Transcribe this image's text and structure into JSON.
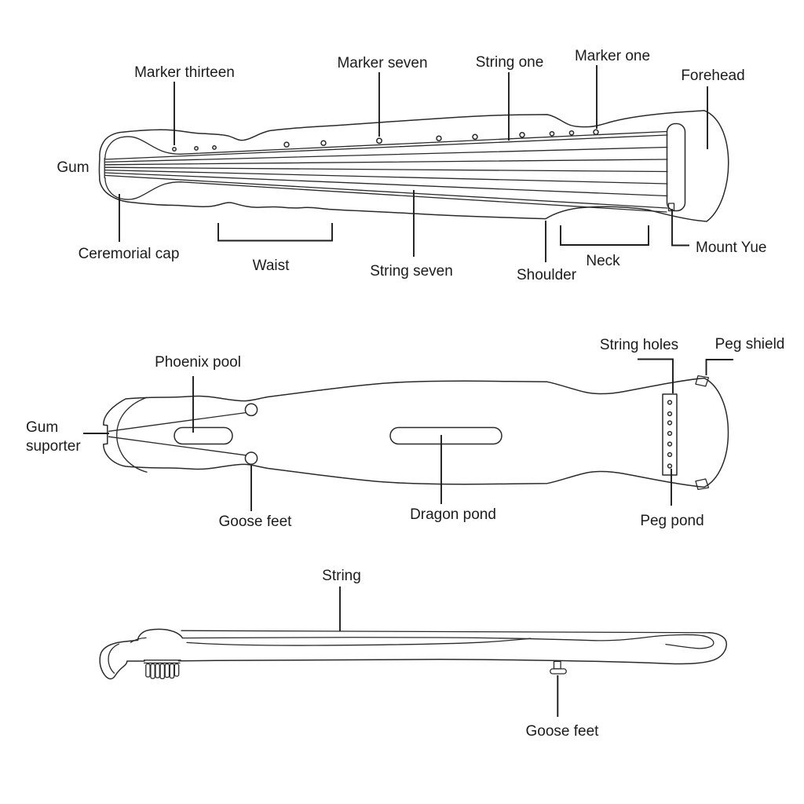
{
  "labels": {
    "top_view": {
      "marker_thirteen": "Marker thirteen",
      "marker_seven": "Marker seven",
      "string_one": "String one",
      "marker_one": "Marker one",
      "forehead": "Forehead",
      "gum": "Gum",
      "ceremonial_cap": "Ceremorial cap",
      "waist": "Waist",
      "string_seven": "String seven",
      "shoulder": "Shoulder",
      "neck": "Neck",
      "mount_yue": "Mount Yue"
    },
    "underside_view": {
      "phoenix_pool": "Phoenix pool",
      "gum_supporter_line1": "Gum",
      "gum_supporter_line2": "suporter",
      "goose_feet": "Goose feet",
      "dragon_pond": "Dragon pond",
      "string_holes": "String holes",
      "peg_shield": "Peg shield",
      "peg_pond": "Peg pond"
    },
    "side_view": {
      "string": "String",
      "goose_feet": "Goose feet"
    }
  },
  "counts": {
    "strings": 7,
    "marker_dots": 12,
    "string_holes": 7,
    "tuning_pegs": 7
  },
  "colors": {
    "background": "#ffffff",
    "line": "#2a2a2a",
    "text": "#1c1c1c"
  }
}
